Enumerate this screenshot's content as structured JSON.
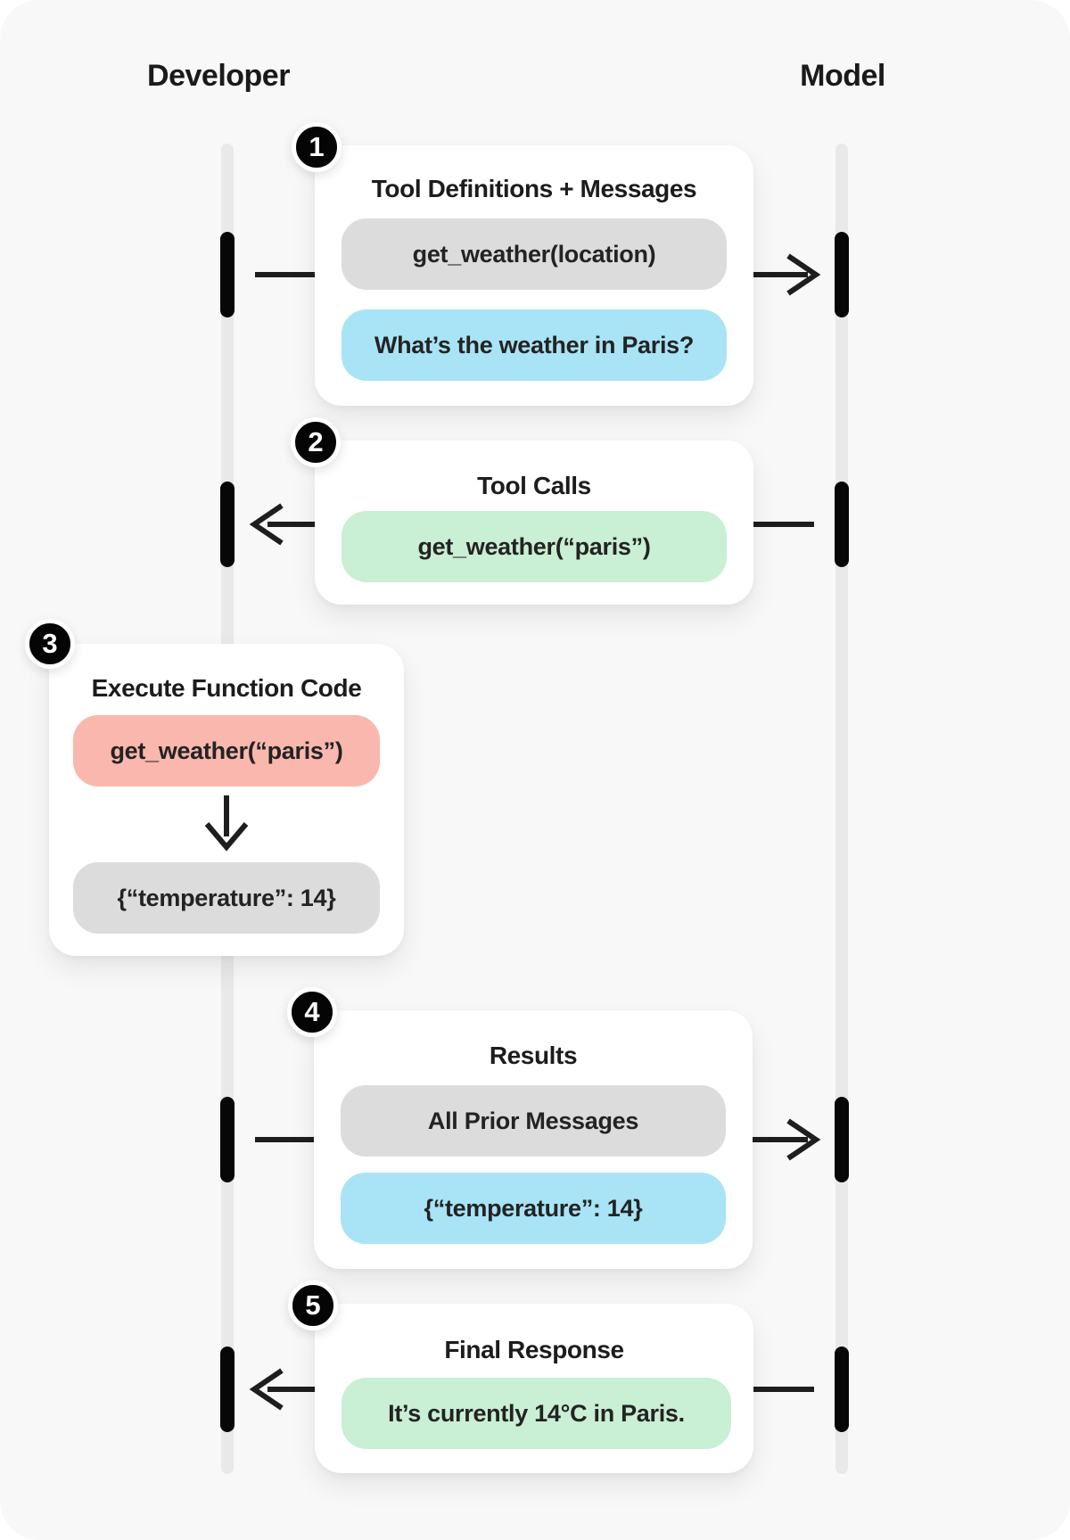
{
  "actors": [
    {
      "label": "Developer"
    },
    {
      "label": "Model"
    }
  ],
  "colors": {
    "pill_gray": "#dcdcdc",
    "pill_blue": "#a9e3f6",
    "pill_green": "#c9efd4",
    "pill_red": "#f9b7ae",
    "background": "#f8f8f8",
    "card": "#ffffff",
    "lifeline": "#e9e9e9",
    "ink": "#070707"
  },
  "steps": [
    {
      "number": "1",
      "title": "Tool Definitions + Messages",
      "direction": "developer-to-model",
      "pills": [
        {
          "text": "get_weather(location)",
          "bg": "#dcdcdc"
        },
        {
          "text": "What’s the weather in Paris?",
          "bg": "#a9e3f6"
        }
      ]
    },
    {
      "number": "2",
      "title": "Tool Calls",
      "direction": "model-to-developer",
      "pills": [
        {
          "text": "get_weather(“paris”)",
          "bg": "#c9efd4"
        }
      ]
    },
    {
      "number": "3",
      "title": "Execute Function Code",
      "direction": "internal",
      "pills": [
        {
          "text": "get_weather(“paris”)",
          "bg": "#f9b7ae"
        },
        {
          "text": "{“temperature”: 14}",
          "bg": "#dcdcdc"
        }
      ]
    },
    {
      "number": "4",
      "title": "Results",
      "direction": "developer-to-model",
      "pills": [
        {
          "text": "All Prior Messages",
          "bg": "#dcdcdc"
        },
        {
          "text": "{“temperature”: 14}",
          "bg": "#a9e3f6"
        }
      ]
    },
    {
      "number": "5",
      "title": "Final Response",
      "direction": "model-to-developer",
      "pills": [
        {
          "text": "It’s currently 14°C in Paris.",
          "bg": "#c9efd4"
        }
      ]
    }
  ]
}
